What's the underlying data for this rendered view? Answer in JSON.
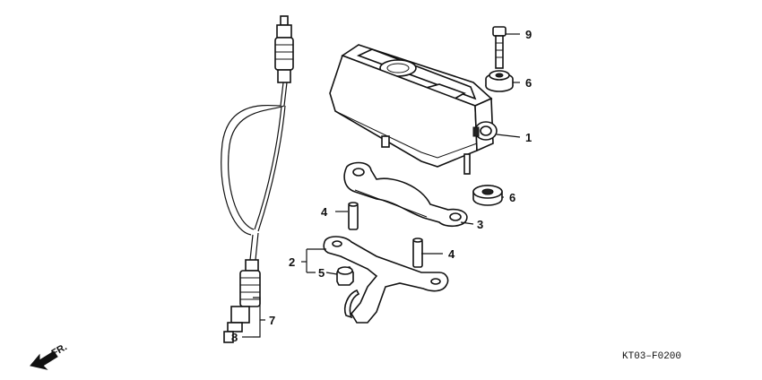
{
  "callouts": {
    "c1": "1",
    "c2": "2",
    "c3": "3",
    "c4a": "4",
    "c4b": "4",
    "c5": "5",
    "c6a": "6",
    "c6b": "6",
    "c7": "7",
    "c8": "8",
    "c9": "9"
  },
  "diagram_code": "KT03–F0200",
  "front_label": "FR.",
  "colors": {
    "ink": "#111111",
    "paper": "#ffffff"
  }
}
